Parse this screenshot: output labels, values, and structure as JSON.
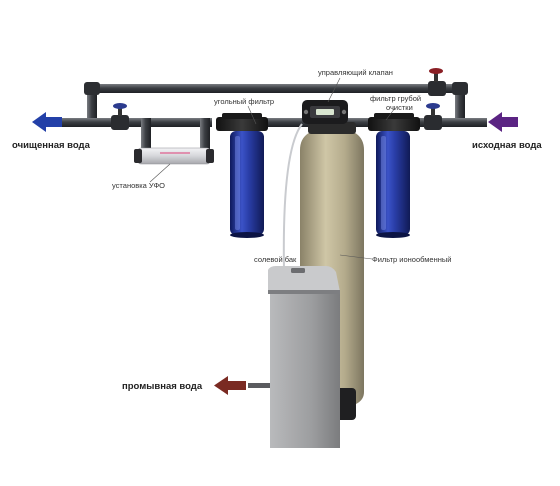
{
  "labels": {
    "control_valve": "управляющий клапан",
    "carbon_filter": "угольный фильтр",
    "coarse_filter_line1": "фильтр грубой",
    "coarse_filter_line2": "очистки",
    "purified_water": "очищенная вода",
    "source_water": "исходная вода",
    "uv_unit": "установка УФО",
    "salt_tank": "солевой бак",
    "ion_exchange_filter": "Фильтр ионообменный",
    "wash_water": "промывная вода"
  },
  "colors": {
    "pipe": "#3c3f44",
    "filter_blue": "#1f2f8a",
    "tank_beige": "#b7ad8f",
    "salt_tank_gray": "#8f9092",
    "arrow_blue": "#2340a8",
    "arrow_purple": "#5b2483",
    "arrow_brown": "#7a2a22",
    "valve_red": "#8a1f25"
  },
  "icons": {
    "arrow_out": "arrow-left-icon",
    "arrow_in": "arrow-left-icon",
    "arrow_drain": "arrow-left-icon"
  }
}
